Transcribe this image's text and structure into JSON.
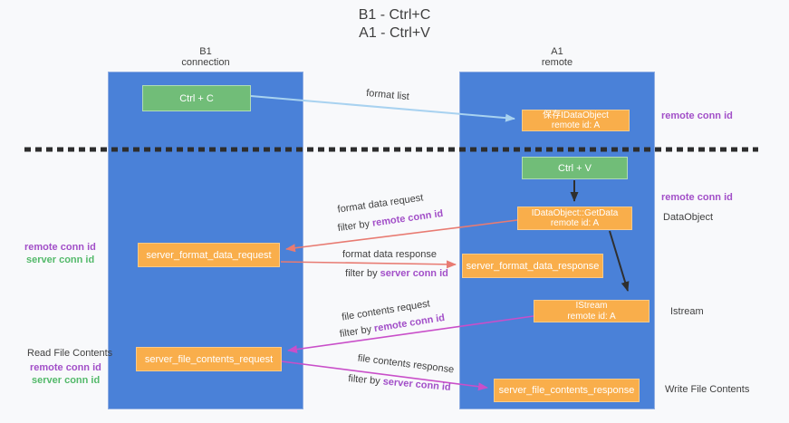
{
  "title": {
    "line1": "B1 - Ctrl+C",
    "line2": "A1 - Ctrl+V"
  },
  "columns": {
    "b1": {
      "name": "B1",
      "subtitle": "connection"
    },
    "a1": {
      "name": "A1",
      "subtitle": "remote"
    }
  },
  "nodes": {
    "ctrl_c": {
      "label": "Ctrl + C"
    },
    "ctrl_v": {
      "label": "Ctrl + V"
    },
    "save_dataobject": {
      "line1": "保存IDataObject",
      "line2": "remote id: A"
    },
    "getdata": {
      "line1": "IDataObject::GetData",
      "line2": "remote id: A"
    },
    "istream": {
      "line1": "IStream",
      "line2": "remote id: A"
    },
    "format_request": {
      "label": "server_format_data_request"
    },
    "format_response": {
      "label": "server_format_data_response"
    },
    "file_request": {
      "label": "server_file_contents_request"
    },
    "file_response": {
      "label": "server_file_contents_response"
    }
  },
  "arrows": {
    "format_list": {
      "label": "format list"
    },
    "format_request": {
      "label": "format data request",
      "filter_prefix": "filter by ",
      "filter_key": "remote conn id"
    },
    "format_response": {
      "label": "format data response",
      "filter_prefix": "filter by ",
      "filter_key": "server conn id"
    },
    "file_request": {
      "label": "file contents request",
      "filter_prefix": "filter by ",
      "filter_key": "remote conn id"
    },
    "file_response": {
      "label": "file contents response",
      "filter_prefix": "filter by ",
      "filter_key": "server conn id"
    }
  },
  "side_labels": {
    "right_top_remote": "remote conn id",
    "right_mid_remote": "remote conn id",
    "right_dataobject": "DataObject",
    "right_istream": "Istream",
    "right_write": "Write File Contents",
    "left_mid_remote": "remote conn id",
    "left_mid_server": "server conn id",
    "left_read": "Read File Contents",
    "left_low_remote": "remote conn id",
    "left_low_server": "server conn id"
  },
  "colors": {
    "column_blue": "#4a81d8",
    "node_green": "#71bd78",
    "node_orange": "#f9ae4b",
    "purple_label": "#a24fc8",
    "green_label": "#53b96a",
    "salmon_arrow": "#e87b72",
    "magenta_arrow": "#c94fc9",
    "lightblue_arrow": "#a8d2f0",
    "black_arrow": "#2f2f2f",
    "text_dark": "#3f3f3f",
    "background": "#f8f9fb"
  }
}
